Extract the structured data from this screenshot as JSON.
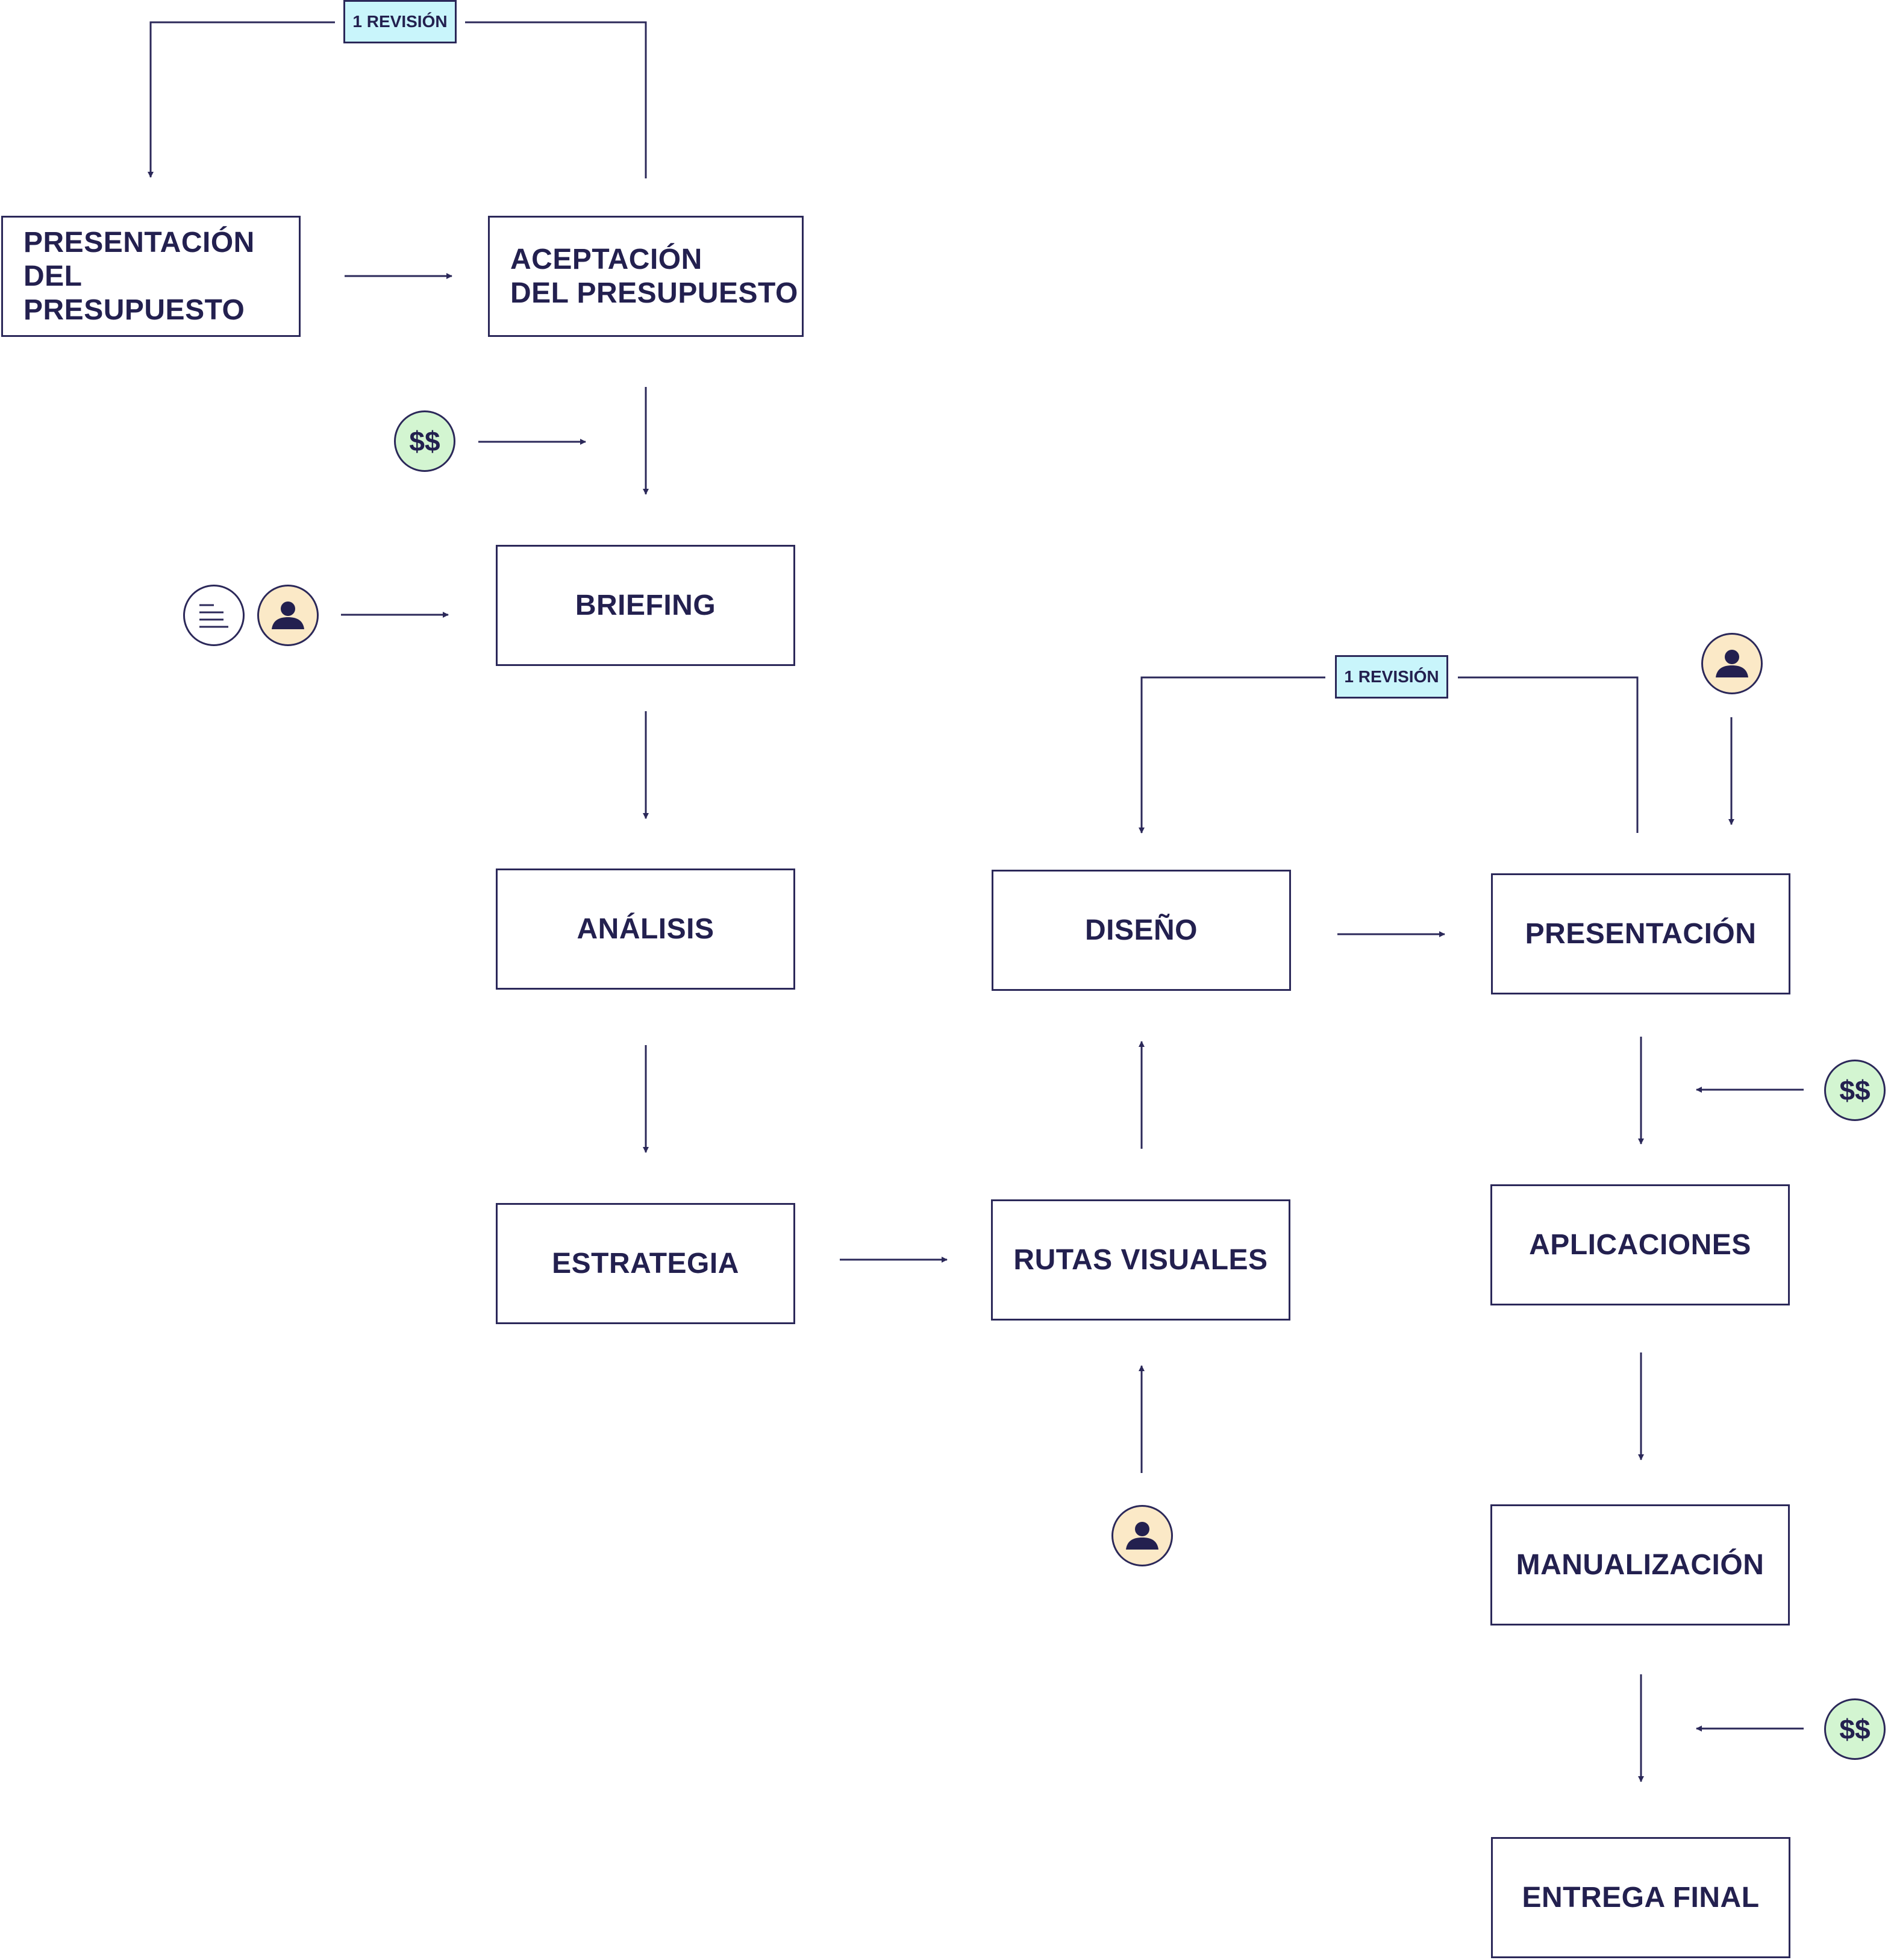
{
  "colors": {
    "stroke": "#2b2859",
    "text": "#23204f",
    "tag_bg": "#c9f5fb",
    "money_bg": "#d3f5d1",
    "person_bg": "#fbe9c7"
  },
  "nodes": {
    "presentacion_presupuesto": {
      "line1": "PRESENTACIÓN",
      "line2": "DEL PRESUPUESTO"
    },
    "aceptacion_presupuesto": {
      "line1": "ACEPTACIÓN",
      "line2": "DEL PRESUPUESTO"
    },
    "briefing": "BRIEFING",
    "analisis": "ANÁLISIS",
    "estrategia": "ESTRATEGIA",
    "rutas_visuales": "RUTAS VISUALES",
    "diseno": "DISEÑO",
    "presentacion": "PRESENTACIÓN",
    "aplicaciones": "APLICACIONES",
    "manualizacion": "MANUALIZACIÓN",
    "entrega_final": "ENTREGA FINAL"
  },
  "tags": {
    "revision_top": "1 REVISIÓN",
    "revision_mid": "1 REVISIÓN"
  },
  "money_label": "$$",
  "icons": [
    "money-icon",
    "person-icon",
    "document-icon"
  ]
}
